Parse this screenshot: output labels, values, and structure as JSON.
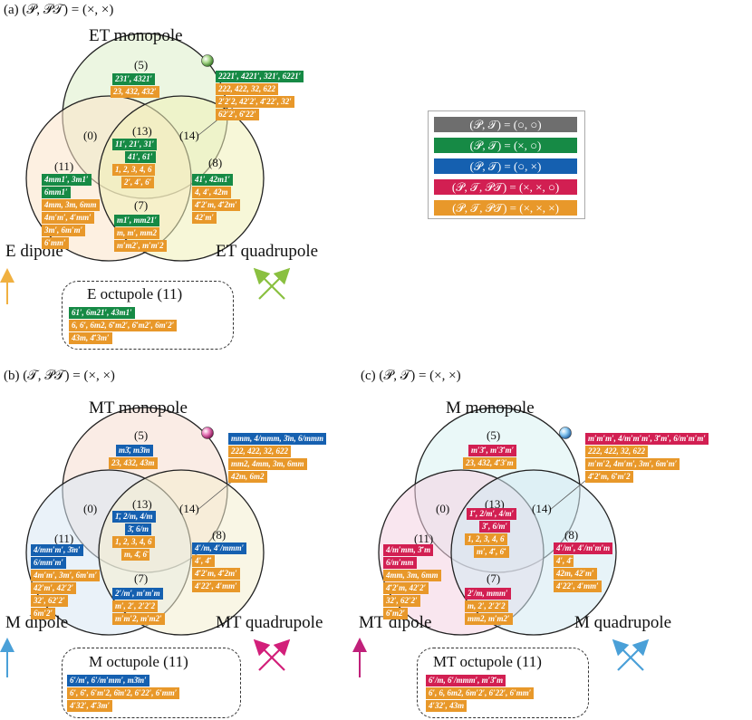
{
  "panels": {
    "a": {
      "header": "(a)  (𝒫, 𝒫𝒯) = (×, ×)",
      "top": "ET monopole",
      "left": "E dipole",
      "right": "ET quadrupole",
      "octupole": "E octupole (11)",
      "counts": {
        "top": "(5)",
        "center": "(0)",
        "inner": "(13)",
        "tr": "(14)",
        "left": "(11)",
        "right": "(8)",
        "bottom": "(7)"
      },
      "tags": {
        "t1": "231′, 4321′",
        "t2": "23, 432, 4̄32′",
        "tr1": "2221′, 4221′, 321′, 6221′",
        "tr2": "222, 422, 32, 622",
        "tr3": "2′2′2, 42′2′, 4̄′22′, 32′",
        "tr4": "62′2′, 6̄′22′",
        "c1": "11′, 21′, 31′",
        "c2": "41′, 61′",
        "c3": "1, 2, 3, 4, 6",
        "c4": "2′, 4′, 6′",
        "l1": "4mm1′, 3m1′",
        "l2": "6mm1′",
        "l3": "4mm, 3m, 6mm",
        "l4": "4m′m′, 4′mm′",
        "l5": "3m′, 6m′m′",
        "l6": "6′mm′",
        "r1": "41′, 42m1′",
        "r2": "4, 4′, 42m",
        "r3": "4̄′2′m, 4̄′2m′",
        "r4": "42′m′",
        "b1": "m1′, mm21′",
        "b2": "m, m′, mm2",
        "b3": "m′m2′, m′m′2",
        "o1": "61′, 6m21′, 43m1′",
        "o2": "6, 6′, 6m2, 6̄′m2′, 6̄′m2′, 6m′2′",
        "o3": "43m, 4̄′3m′"
      }
    },
    "b": {
      "header": "(b)  (𝒯, 𝒫𝒯) = (×, ×)",
      "top": "MT monopole",
      "left": "M dipole",
      "right": "MT quadrupole",
      "octupole": "M octupole (11)",
      "counts": {
        "top": "(5)",
        "center": "(0)",
        "inner": "(13)",
        "tr": "(14)",
        "left": "(11)",
        "right": "(8)",
        "bottom": "(7)"
      },
      "tags": {
        "t1": "m3̄, m3̄m",
        "t2": "23, 432, 43m",
        "tr1": "mmm, 4/mmm, 3̄m, 6/mmm",
        "tr2": "222, 422, 32, 622",
        "tr3": "mm2, 4mm, 3m, 6mm",
        "tr4": "42m, 6m2",
        "c1": "1̄, 2/m, 4/m",
        "c2": "3̄, 6/m",
        "c3": "1, 2, 3, 4, 6",
        "c4": "m, 4̄, 6̄",
        "l1": "4/mm′m′, 3̄m′",
        "l2": "6/mm′m′",
        "l3": "4m′m′, 3m′, 6m′m′",
        "l4": "42′m′, 42′2′",
        "l5": "32′, 62′2′",
        "l6": "6m′2′",
        "r1": "4′/m, 4′/mmm′",
        "r2": "4′, 4̄′",
        "r3": "4̄′2′m, 4̄′2m′",
        "r4": "4′22′, 4′mm′",
        "b1": "2′/m′, m′m′m",
        "b2": "m′, 2′, 2′2′2",
        "b3": "m′m′2, m′m2′",
        "o1": "6′/m′, 6′/m′mm′, m3̄m′",
        "o2": "6′, 6̄′, 6′m′2, 6̄m′2, 6′22′, 6′mm′",
        "o3": "4′32′, 4̄′3m′"
      }
    },
    "c": {
      "header": "(c)  (𝒫, 𝒯) = (×, ×)",
      "top": "M monopole",
      "left": "MT dipole",
      "right": "M quadrupole",
      "octupole": "MT octupole (11)",
      "counts": {
        "top": "(5)",
        "center": "(0)",
        "inner": "(13)",
        "tr": "(14)",
        "left": "(11)",
        "right": "(8)",
        "bottom": "(7)"
      },
      "tags": {
        "t1": "m′3̄′, m′3̄′m′",
        "t2": "23, 432, 4̄′3′m",
        "tr1": "m′m′m′, 4/m′m′m′, 3̄′m′, 6/m′m′m′",
        "tr2": "222, 422, 32, 622",
        "tr3": "m′m′2, 4m′m′, 3m′, 6m′m′",
        "tr4": "4̄′2′m, 6̄′m′2",
        "c1": "1̄′, 2/m′, 4/m′",
        "c2": "3̄′, 6/m′",
        "c3": "1, 2, 3, 4, 6",
        "c4": "m′, 4̄′, 6̄′",
        "l1": "4/m′mm, 3̄′m",
        "l2": "6/m′mm",
        "l3": "4mm, 3m, 6mm",
        "l4": "4̄′2′m, 42′2′",
        "l5": "32′, 62′2′",
        "l6": "6̄′m2′",
        "r1": "4′/m′, 4′/m′m′m",
        "r2": "4′, 4̄",
        "r3": "42m, 42′m′",
        "r4": "4′22′, 4′mm′",
        "b1": "2′/m, mmm′",
        "b2": "m, 2′, 2′2′2",
        "b3": "mm2, m′m2′",
        "o1": "6′/m, 6′/mmm′, m′3̄′m",
        "o2": "6′, 6, 6m2, 6m′2′, 6′22′, 6′mm′",
        "o3": "4′32′, 43m"
      }
    }
  },
  "legend": [
    {
      "text": "(𝒫, 𝒯) = (○, ○)",
      "color": "#6e6e6e"
    },
    {
      "text": "(𝒫, 𝒯) = (×, ○)",
      "color": "#168a45"
    },
    {
      "text": "(𝒫, 𝒯) = (○, ×)",
      "color": "#1560b0"
    },
    {
      "text": "(𝒫, 𝒯, 𝒫𝒯) = (×, ×, ○)",
      "color": "#d21f52"
    },
    {
      "text": "(𝒫, 𝒯, 𝒫𝒯) = (×, ×, ×)",
      "color": "#e8982a"
    }
  ],
  "colors": {
    "green": "#168a45",
    "orange": "#e8982a",
    "blue": "#1560b0",
    "red": "#d21f52",
    "gray": "#6e6e6e",
    "arrow_a": "#f0b040",
    "cross_a": "#8ac040",
    "arrow_b": "#4aa0d8",
    "cross_b": "#d21f7a",
    "arrow_c": "#c0207a",
    "cross_c": "#4aa0d8"
  },
  "icons": {
    "a_arrow": "up-arrow-icon",
    "a_cross": "cross-arrows-icon",
    "a_sphere": "green-sphere-icon",
    "b_arrow": "up-arrow-icon",
    "b_cross": "cross-arrows-icon",
    "b_sphere": "pink-sphere-icon",
    "c_arrow": "up-arrow-icon",
    "c_cross": "cross-arrows-icon",
    "c_sphere": "blue-sphere-icon"
  }
}
